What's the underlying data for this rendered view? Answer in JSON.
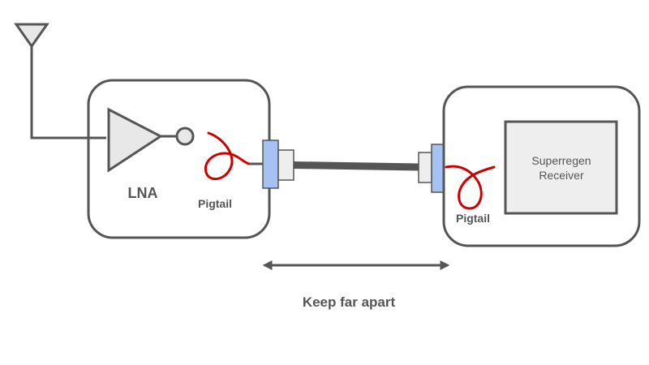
{
  "labels": {
    "lna": "LNA",
    "pigtail_left": "Pigtail",
    "pigtail_right": "Pigtail",
    "receiver_line1": "Superregen",
    "receiver_line2": "Receiver",
    "distance_note": "Keep far apart"
  },
  "colors": {
    "outline": "#555555",
    "fill_grey": "#e8e8e8",
    "connector_blue": "#a4c2f4",
    "pigtail_red": "#cc0000",
    "cable": "#555555"
  }
}
